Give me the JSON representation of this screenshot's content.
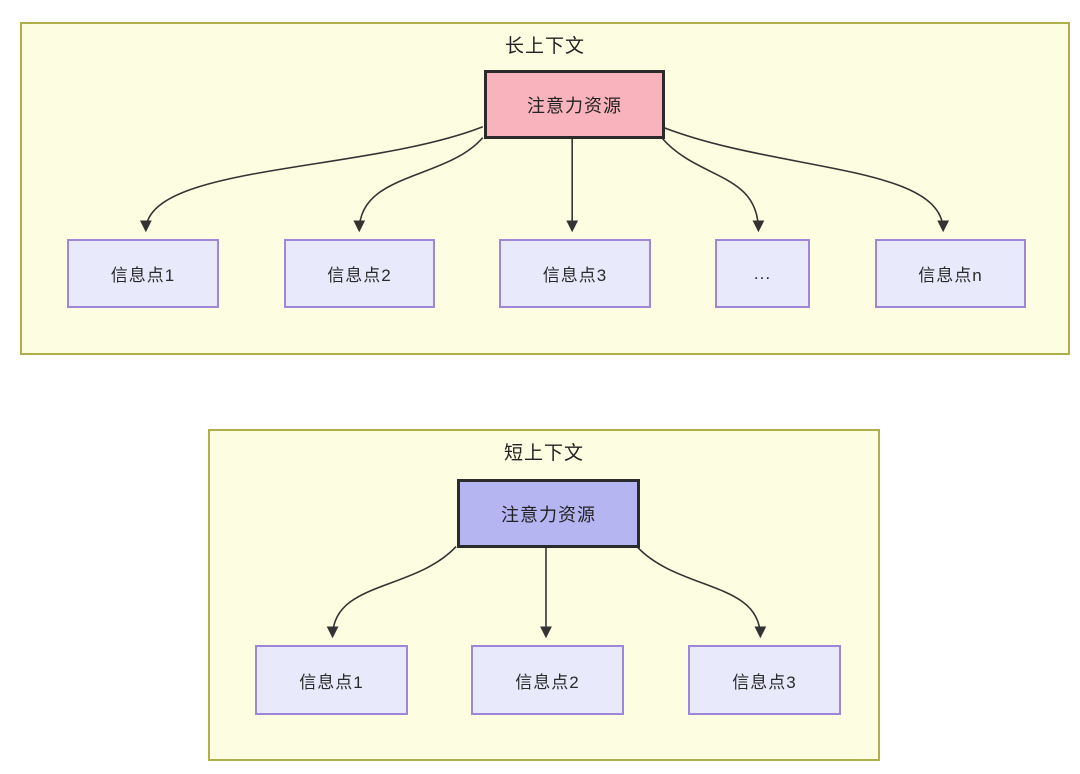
{
  "diagram": {
    "sections": [
      {
        "id": "long-context",
        "title": "长上下文",
        "attention_label": "注意力资源",
        "attention_fill": "#F9B3BC",
        "info_points": [
          "信息点1",
          "信息点2",
          "信息点3",
          "...",
          "信息点n"
        ]
      },
      {
        "id": "short-context",
        "title": "短上下文",
        "attention_label": "注意力资源",
        "attention_fill": "#B5B5F2",
        "info_points": [
          "信息点1",
          "信息点2",
          "信息点3"
        ]
      }
    ],
    "colors": {
      "container_fill": "#FDFDE2",
      "container_border": "#B0B04A",
      "attention_long_fill": "#F9B3BC",
      "attention_short_fill": "#B5B5F2",
      "attention_border": "#2B2B2B",
      "info_fill": "#E9E9FC",
      "info_border": "#9F86D8",
      "arrow": "#333333"
    }
  }
}
